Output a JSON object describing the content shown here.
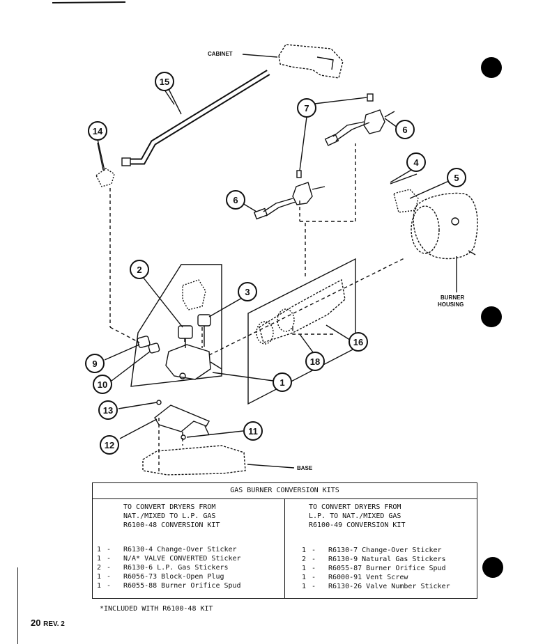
{
  "diagram": {
    "labels": {
      "cabinet": "CABINET",
      "burner_housing_1": "BURNER",
      "burner_housing_2": "HOUSING",
      "base": "BASE"
    },
    "callouts": [
      "15",
      "14",
      "7",
      "6",
      "6",
      "4",
      "5",
      "2",
      "3",
      "9",
      "10",
      "1",
      "16",
      "18",
      "13",
      "12",
      "11"
    ]
  },
  "kit_table": {
    "title": "GAS BURNER CONVERSION KITS",
    "left": {
      "heading": [
        "TO CONVERT DRYERS FROM",
        "NAT./MIXED TO L.P. GAS",
        "R6100-48 CONVERSION KIT"
      ],
      "items": [
        {
          "qty": "1",
          "text": "R6130-4 Change-Over Sticker"
        },
        {
          "qty": "1",
          "text": "N/A* VALVE CONVERTED Sticker"
        },
        {
          "qty": "2",
          "text": "R6130-6 L.P. Gas Stickers"
        },
        {
          "qty": "1",
          "text": "R6056-73 Block-Open Plug"
        },
        {
          "qty": "1",
          "text": "R6055-88 Burner Orifice Spud"
        }
      ]
    },
    "right": {
      "heading": [
        "TO CONVERT DRYERS FROM",
        "L.P. TO NAT./MIXED GAS",
        "R6100-49 CONVERSION KIT"
      ],
      "items": [
        {
          "qty": "1",
          "text": "R6130-7 Change-Over Sticker"
        },
        {
          "qty": "2",
          "text": "R6130-9 Natural Gas Stickers"
        },
        {
          "qty": "1",
          "text": "R6055-87 Burner Orifice Spud"
        },
        {
          "qty": "1",
          "text": "R6000-91 Vent Screw"
        },
        {
          "qty": "1",
          "text": "R6130-26 Valve Number Sticker"
        }
      ]
    },
    "dash": "-"
  },
  "footnote": "*INCLUDED WITH R6100-48 KIT",
  "page_number": "20",
  "revision": "REV. 2"
}
